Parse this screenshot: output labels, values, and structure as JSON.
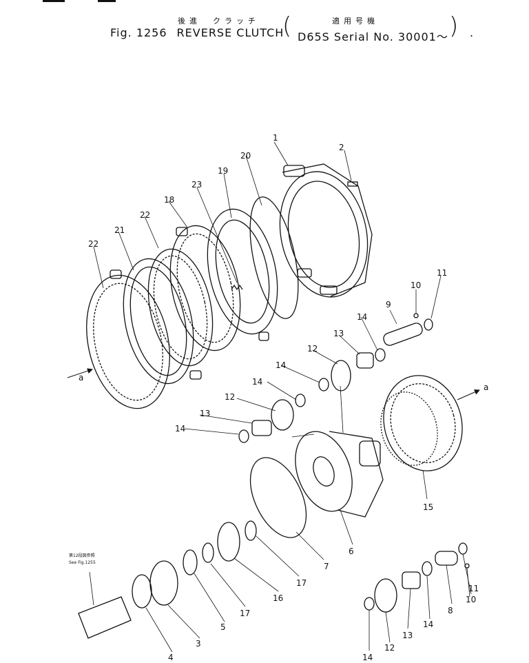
{
  "header": {
    "jp_name": "後進　クラッチ",
    "jp_applicable": "適用号機",
    "fig_label": "Fig. 1256",
    "title": "REVERSE CLUTCH",
    "serial": "D65S  Serial No. 30001～",
    "open_paren": "(",
    "close_paren": ")",
    "end_dot": "."
  },
  "callouts": {
    "p1": "1",
    "p2": "2",
    "p3": "3",
    "p4": "4",
    "p5": "5",
    "p6": "6",
    "p7": "7",
    "p8": "8",
    "p9": "9",
    "p10a": "10",
    "p10b": "10",
    "p11a": "11",
    "p11b": "11",
    "p12a": "12",
    "p12b": "12",
    "p12c": "12",
    "p13a": "13",
    "p13b": "13",
    "p13c": "13",
    "p14a": "14",
    "p14b": "14",
    "p14c": "14",
    "p14d": "14",
    "p14e": "14",
    "p14f": "14",
    "p15": "15",
    "p16": "16",
    "p17a": "17",
    "p17b": "17",
    "p18": "18",
    "p19": "19",
    "p20": "20",
    "p21": "21",
    "p22a": "22",
    "p22b": "22",
    "p23": "23",
    "a_left": "a",
    "a_right": "a"
  },
  "note": {
    "line1": "第12段図参照",
    "line2": "See Fig.1255"
  }
}
